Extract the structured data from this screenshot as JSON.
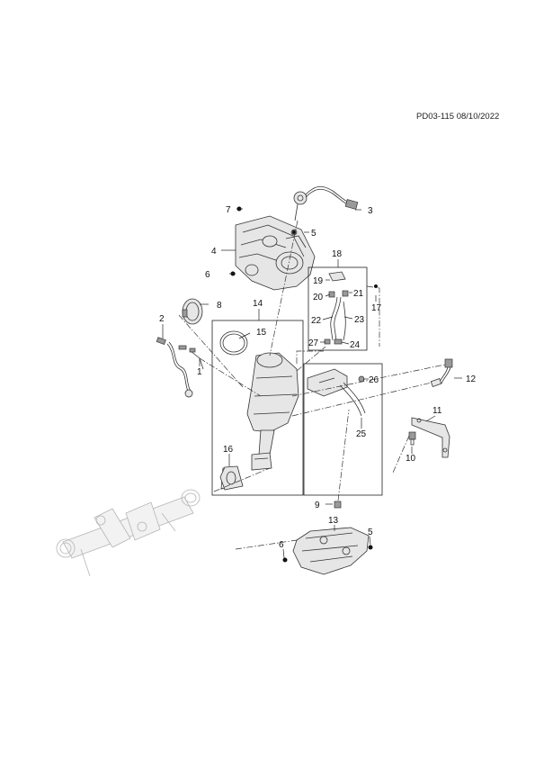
{
  "reference": "PD03-115 08/10/2022",
  "callouts": [
    {
      "id": "c1",
      "label": "1"
    },
    {
      "id": "c2",
      "label": "2"
    },
    {
      "id": "c3",
      "label": "3"
    },
    {
      "id": "c4",
      "label": "4"
    },
    {
      "id": "c5a",
      "label": "5"
    },
    {
      "id": "c5b",
      "label": "5"
    },
    {
      "id": "c6a",
      "label": "6"
    },
    {
      "id": "c6b",
      "label": "6"
    },
    {
      "id": "c7",
      "label": "7"
    },
    {
      "id": "c8",
      "label": "8"
    },
    {
      "id": "c9",
      "label": "9"
    },
    {
      "id": "c10",
      "label": "10"
    },
    {
      "id": "c11",
      "label": "11"
    },
    {
      "id": "c12",
      "label": "12"
    },
    {
      "id": "c13",
      "label": "13"
    },
    {
      "id": "c14",
      "label": "14"
    },
    {
      "id": "c15",
      "label": "15"
    },
    {
      "id": "c16",
      "label": "16"
    },
    {
      "id": "c17",
      "label": "17"
    },
    {
      "id": "c18",
      "label": "18"
    },
    {
      "id": "c19",
      "label": "19"
    },
    {
      "id": "c20",
      "label": "20"
    },
    {
      "id": "c21",
      "label": "21"
    },
    {
      "id": "c22",
      "label": "22"
    },
    {
      "id": "c23",
      "label": "23"
    },
    {
      "id": "c24",
      "label": "24"
    },
    {
      "id": "c25",
      "label": "25"
    },
    {
      "id": "c26",
      "label": "26"
    },
    {
      "id": "c27",
      "label": "27"
    }
  ]
}
